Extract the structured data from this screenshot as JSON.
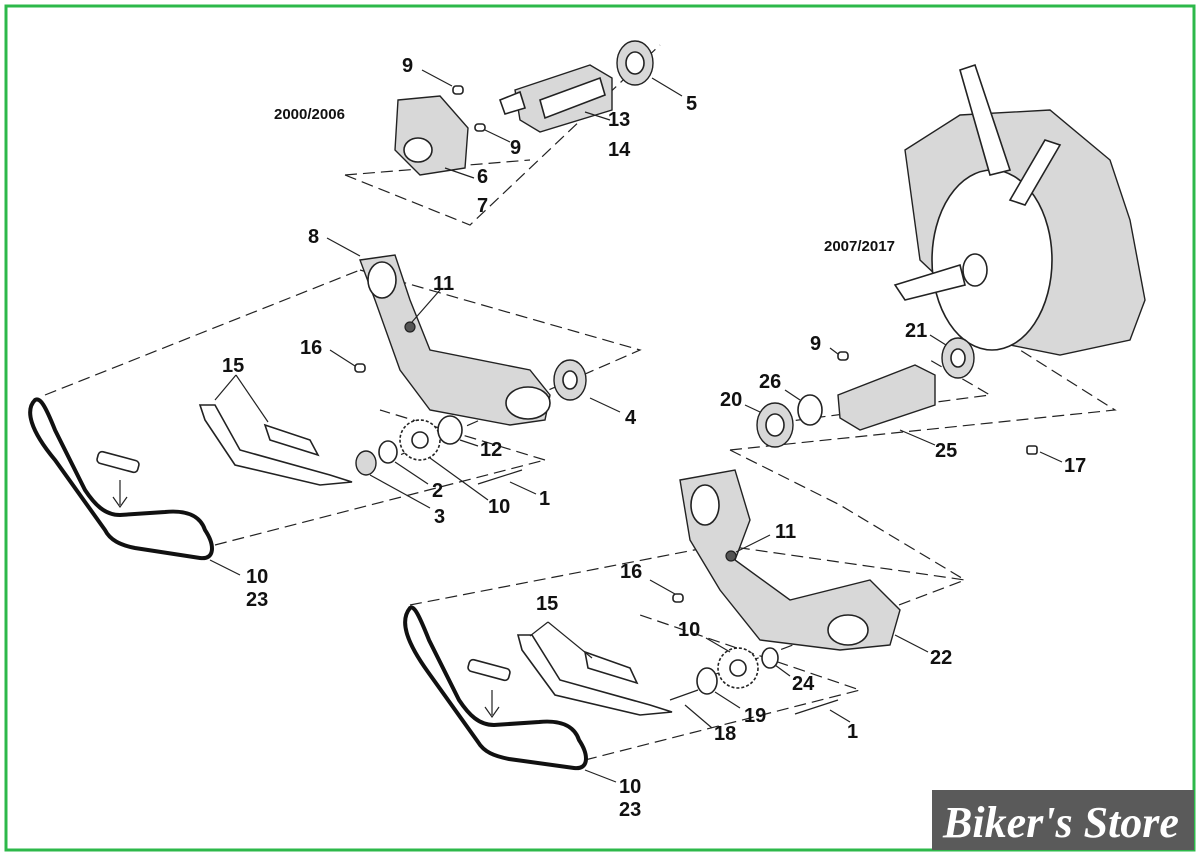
{
  "colors": {
    "border": "#2db84a",
    "brand_bg": "#5a5a5a",
    "brand_text": "#ffffff",
    "ink": "#111111"
  },
  "brand": {
    "text": "Biker's Store"
  },
  "year_labels": {
    "upper": "2000/2006",
    "right": "2007/2017"
  },
  "callouts": {
    "c9a": "9",
    "c5": "5",
    "c13": "13",
    "c9b": "9",
    "c14": "14",
    "c6": "6",
    "c7": "7",
    "c8": "8",
    "c11a": "11",
    "c16a": "16",
    "c15a": "15",
    "c4": "4",
    "c12": "12",
    "c2": "2",
    "c3": "3",
    "c10a": "10",
    "c1a": "1",
    "c10b": "10",
    "c23a": "23",
    "c9c": "9",
    "c21": "21",
    "c26": "26",
    "c20": "20",
    "c25": "25",
    "c17": "17",
    "c11b": "11",
    "c16b": "16",
    "c15b": "15",
    "c10c": "10",
    "c22": "22",
    "c24": "24",
    "c19": "19",
    "c18": "18",
    "c1b": "1",
    "c10d": "10",
    "c23b": "23"
  }
}
